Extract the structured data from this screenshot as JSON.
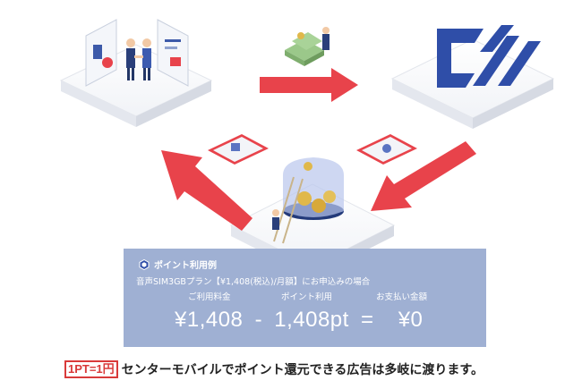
{
  "info": {
    "heading": "ポイント利用例",
    "plan_line": "音声SIM3GBプラン【¥1,408(税込)/月額】にお申込みの場合",
    "col_usage": "ご利用料金",
    "col_points": "ポイント利用",
    "col_payment": "お支払い金額",
    "usage_amount": "¥1,408",
    "minus": "-",
    "points_amount": "1,408pt",
    "equals": "=",
    "payment_amount": "¥0"
  },
  "caption": {
    "badge": "1PT=1円",
    "text": "センターモバイルでポイント還元できる広告は多岐に渡ります。"
  },
  "colors": {
    "arrow": "#e8434b",
    "info_bg": "#9fb0d3",
    "badge": "#d93a3a",
    "logo_blue": "#2f4ea8"
  }
}
